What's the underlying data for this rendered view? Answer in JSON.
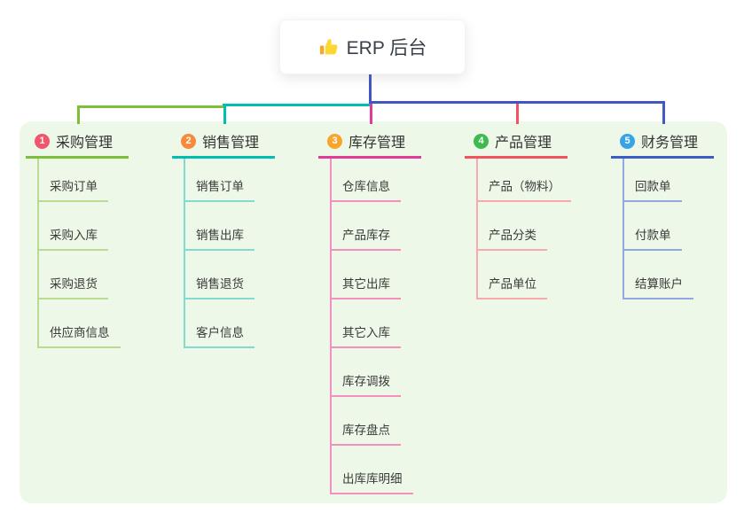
{
  "root": {
    "title": "ERP 后台",
    "icon": "thumbs-up"
  },
  "colors": {
    "canvas_bg": "#edf8e8",
    "node_bg": "#ffffff",
    "text": "#333333",
    "root_line": "#4156c4"
  },
  "branches": [
    {
      "number": "1",
      "label": "采购管理",
      "badge_color": "#f2566b",
      "line_color": "#7dbe3a",
      "child_line_color": "#b7dc92",
      "children": [
        "采购订单",
        "采购入库",
        "采购退货",
        "供应商信息"
      ]
    },
    {
      "number": "2",
      "label": "销售管理",
      "badge_color": "#f78a3d",
      "line_color": "#00bfb0",
      "child_line_color": "#85d9cf",
      "children": [
        "销售订单",
        "销售出库",
        "销售退货",
        "客户信息"
      ]
    },
    {
      "number": "3",
      "label": "库存管理",
      "badge_color": "#f7a52d",
      "line_color": "#e23a98",
      "child_line_color": "#f390be",
      "children": [
        "仓库信息",
        "产品库存",
        "其它出库",
        "其它入库",
        "库存调拨",
        "库存盘点",
        "出库库明细"
      ]
    },
    {
      "number": "4",
      "label": "产品管理",
      "badge_color": "#3eba50",
      "line_color": "#f4525f",
      "child_line_color": "#f9a8ab",
      "children": [
        "产品（物料）",
        "产品分类",
        "产品单位"
      ]
    },
    {
      "number": "5",
      "label": "财务管理",
      "badge_color": "#39a3e8",
      "line_color": "#3f5bc4",
      "child_line_color": "#93a8de",
      "children": [
        "回款单",
        "付款单",
        "结算账户"
      ]
    }
  ]
}
